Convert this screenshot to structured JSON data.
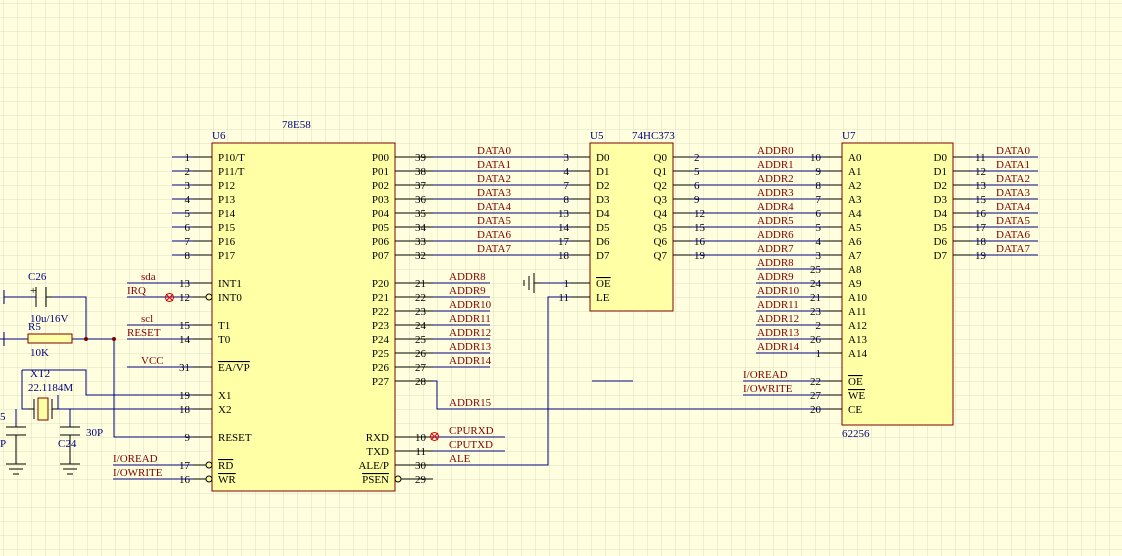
{
  "colors": {
    "background": "#ffffe0",
    "grid": "#dcdcc0",
    "wire": "#00007f",
    "body_fill": "#ffffa6",
    "body_stroke": "#800000",
    "net_label": "#800000"
  },
  "u6": {
    "designator": "U6",
    "part": "78E58",
    "left_pins": [
      {
        "num": "1",
        "name": "P10/T"
      },
      {
        "num": "2",
        "name": "P11/T"
      },
      {
        "num": "3",
        "name": "P12"
      },
      {
        "num": "4",
        "name": "P13"
      },
      {
        "num": "5",
        "name": "P14"
      },
      {
        "num": "6",
        "name": "P15"
      },
      {
        "num": "7",
        "name": "P16"
      },
      {
        "num": "8",
        "name": "P17"
      },
      {
        "num": "13",
        "name": "INT1"
      },
      {
        "num": "12",
        "name": "INT0"
      },
      {
        "num": "15",
        "name": "T1"
      },
      {
        "num": "14",
        "name": "T0"
      },
      {
        "num": "31",
        "name": "EA/VP"
      },
      {
        "num": "19",
        "name": "X1"
      },
      {
        "num": "18",
        "name": "X2"
      },
      {
        "num": "9",
        "name": "RESET"
      },
      {
        "num": "17",
        "name": "RD"
      },
      {
        "num": "16",
        "name": "WR"
      }
    ],
    "right_pins": [
      {
        "num": "39",
        "name": "P00"
      },
      {
        "num": "38",
        "name": "P01"
      },
      {
        "num": "37",
        "name": "P02"
      },
      {
        "num": "36",
        "name": "P03"
      },
      {
        "num": "35",
        "name": "P04"
      },
      {
        "num": "34",
        "name": "P05"
      },
      {
        "num": "33",
        "name": "P06"
      },
      {
        "num": "32",
        "name": "P07"
      },
      {
        "num": "21",
        "name": "P20"
      },
      {
        "num": "22",
        "name": "P21"
      },
      {
        "num": "23",
        "name": "P22"
      },
      {
        "num": "24",
        "name": "P23"
      },
      {
        "num": "25",
        "name": "P24"
      },
      {
        "num": "26",
        "name": "P25"
      },
      {
        "num": "27",
        "name": "P26"
      },
      {
        "num": "28",
        "name": "P27"
      },
      {
        "num": "10",
        "name": "RXD"
      },
      {
        "num": "11",
        "name": "TXD"
      },
      {
        "num": "30",
        "name": "ALE/P"
      },
      {
        "num": "29",
        "name": "PSEN"
      }
    ],
    "left_nets": [
      "sda",
      "IRQ",
      "scl",
      "RESET",
      "VCC",
      "I/OREAD",
      "I/OWRITE"
    ],
    "right_nets": [
      "DATA0",
      "DATA1",
      "DATA2",
      "DATA3",
      "DATA4",
      "DATA5",
      "DATA6",
      "DATA7",
      "ADDR8",
      "ADDR9",
      "ADDR10",
      "ADDR11",
      "ADDR12",
      "ADDR13",
      "ADDR14",
      "ADDR15",
      "CPURXD",
      "CPUTXD",
      "ALE"
    ]
  },
  "u5": {
    "designator": "U5",
    "part": "74HC373",
    "left_pins": [
      {
        "num": "3",
        "name": "D0"
      },
      {
        "num": "4",
        "name": "D1"
      },
      {
        "num": "7",
        "name": "D2"
      },
      {
        "num": "8",
        "name": "D3"
      },
      {
        "num": "13",
        "name": "D4"
      },
      {
        "num": "14",
        "name": "D5"
      },
      {
        "num": "17",
        "name": "D6"
      },
      {
        "num": "18",
        "name": "D7"
      },
      {
        "num": "1",
        "name": "OE"
      },
      {
        "num": "11",
        "name": "LE"
      }
    ],
    "right_pins": [
      {
        "num": "2",
        "name": "Q0"
      },
      {
        "num": "5",
        "name": "Q1"
      },
      {
        "num": "6",
        "name": "Q2"
      },
      {
        "num": "9",
        "name": "Q3"
      },
      {
        "num": "12",
        "name": "Q4"
      },
      {
        "num": "15",
        "name": "Q5"
      },
      {
        "num": "16",
        "name": "Q6"
      },
      {
        "num": "19",
        "name": "Q7"
      }
    ]
  },
  "u7": {
    "designator": "U7",
    "part": "62256",
    "left_pins": [
      {
        "num": "10",
        "name": "A0"
      },
      {
        "num": "9",
        "name": "A1"
      },
      {
        "num": "8",
        "name": "A2"
      },
      {
        "num": "7",
        "name": "A3"
      },
      {
        "num": "6",
        "name": "A4"
      },
      {
        "num": "5",
        "name": "A5"
      },
      {
        "num": "4",
        "name": "A6"
      },
      {
        "num": "3",
        "name": "A7"
      },
      {
        "num": "25",
        "name": "A8"
      },
      {
        "num": "24",
        "name": "A9"
      },
      {
        "num": "21",
        "name": "A10"
      },
      {
        "num": "23",
        "name": "A11"
      },
      {
        "num": "2",
        "name": "A12"
      },
      {
        "num": "26",
        "name": "A13"
      },
      {
        "num": "1",
        "name": "A14"
      },
      {
        "num": "22",
        "name": "OE"
      },
      {
        "num": "27",
        "name": "WE"
      },
      {
        "num": "20",
        "name": "CE"
      }
    ],
    "right_pins": [
      {
        "num": "11",
        "name": "D0"
      },
      {
        "num": "12",
        "name": "D1"
      },
      {
        "num": "13",
        "name": "D2"
      },
      {
        "num": "15",
        "name": "D3"
      },
      {
        "num": "16",
        "name": "D4"
      },
      {
        "num": "17",
        "name": "D5"
      },
      {
        "num": "18",
        "name": "D6"
      },
      {
        "num": "19",
        "name": "D7"
      }
    ],
    "left_nets": [
      "ADDR0",
      "ADDR1",
      "ADDR2",
      "ADDR3",
      "ADDR4",
      "ADDR5",
      "ADDR6",
      "ADDR7",
      "ADDR8",
      "ADDR9",
      "ADDR10",
      "ADDR11",
      "ADDR12",
      "ADDR13",
      "ADDR14",
      "I/OREAD",
      "I/OWRITE"
    ],
    "right_nets": [
      "DATA0",
      "DATA1",
      "DATA2",
      "DATA3",
      "DATA4",
      "DATA5",
      "DATA6",
      "DATA7"
    ]
  },
  "passives": {
    "c26": {
      "des": "C26",
      "value": "10u/16V",
      "plus": "+"
    },
    "r5": {
      "des": "R5",
      "value": "10K"
    },
    "xt2": {
      "des": "XT2",
      "value": "22.1184M"
    },
    "c24": {
      "des": "C24",
      "value": "30P"
    },
    "c_left": {
      "des": "5",
      "value": "P"
    }
  }
}
